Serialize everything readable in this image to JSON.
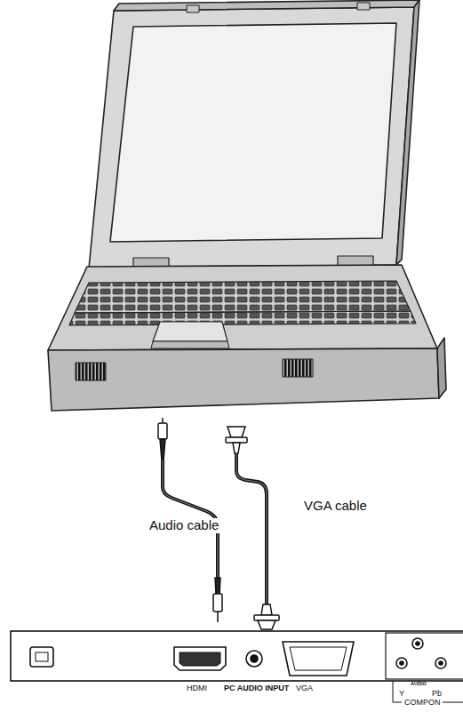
{
  "diagram": {
    "labels": [
      "Audio cable",
      "VGA cable",
      "HDMI",
      "PC AUDIO INPUT",
      "VGA",
      "AUDIO",
      "Y",
      "Pb",
      "COMPON"
    ]
  }
}
